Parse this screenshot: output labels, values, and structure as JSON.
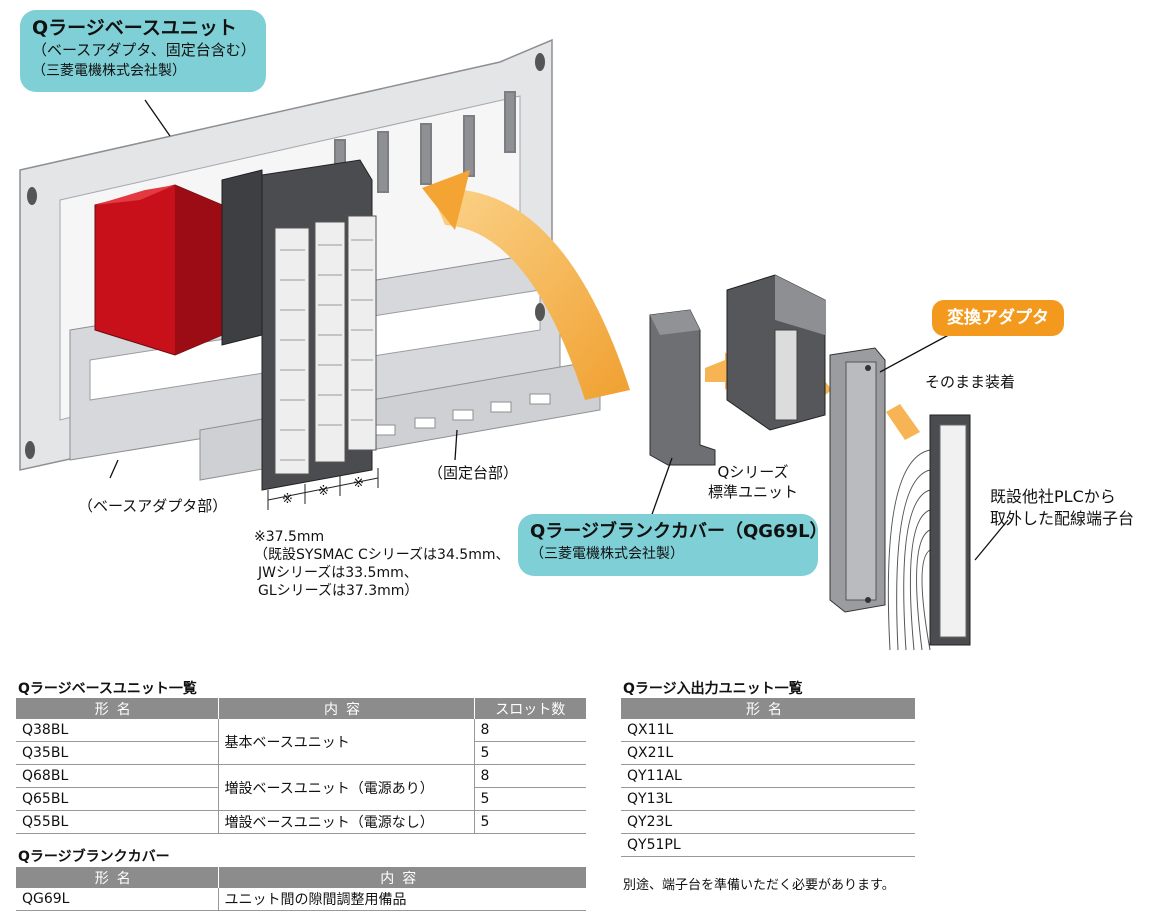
{
  "callouts": {
    "base_unit": {
      "title": "Qラージベースユニット",
      "line2": "（ベースアダプタ、固定台含む）",
      "line3": "（三菱電機株式会社製）"
    },
    "blank_cover": {
      "title": "Qラージブランクカバー（QG69L）",
      "line2": "（三菱電機株式会社製）"
    },
    "conversion_adapter": "変換アダプタ"
  },
  "labels": {
    "base_adapter": "（ベースアダプタ部）",
    "fixing_base": "（固定台部）",
    "direct_mount": "そのまま装着",
    "q_series_line1": "Qシリーズ",
    "q_series_line2": "標準ユニット",
    "existing_line1": "既設他社PLCから",
    "existing_line2": "取外した配線端子台",
    "mark": "※"
  },
  "pitch_note": [
    "※37.5mm",
    "（既設SYSMAC Cシリーズは34.5mm、",
    "JWシリーズは33.5mm、",
    "GLシリーズは37.3mm）"
  ],
  "base_table": {
    "title": "Qラージベースユニット一覧",
    "headers": [
      "形名",
      "内容",
      "スロット数"
    ],
    "rows": [
      {
        "model": "Q38BL",
        "slots": "8"
      },
      {
        "model": "Q35BL",
        "slots": "5"
      },
      {
        "model": "Q68BL",
        "slots": "8"
      },
      {
        "model": "Q65BL",
        "slots": "5"
      },
      {
        "model": "Q55BL",
        "slots": "5"
      }
    ],
    "contents": [
      "基本ベースユニット",
      "増設ベースユニット（電源あり）",
      "増設ベースユニット（電源なし）"
    ]
  },
  "cover_table": {
    "title": "Qラージブランクカバー",
    "headers": [
      "形名",
      "内容"
    ],
    "rows": [
      {
        "model": "QG69L",
        "content": "ユニット間の隙間調整用備品"
      }
    ]
  },
  "io_table": {
    "title": "Qラージ入出力ユニット一覧",
    "headers": [
      "形名"
    ],
    "rows": [
      "QX11L",
      "QX21L",
      "QY11AL",
      "QY13L",
      "QY23L",
      "QY51PL"
    ],
    "note": "別途、端子台を準備いただく必要があります。"
  },
  "colors": {
    "teal_callout": "#7fcfd6",
    "orange_accent": "#f39a1e",
    "table_header": "#8c8c8c",
    "plc_red": "#c8101a"
  }
}
